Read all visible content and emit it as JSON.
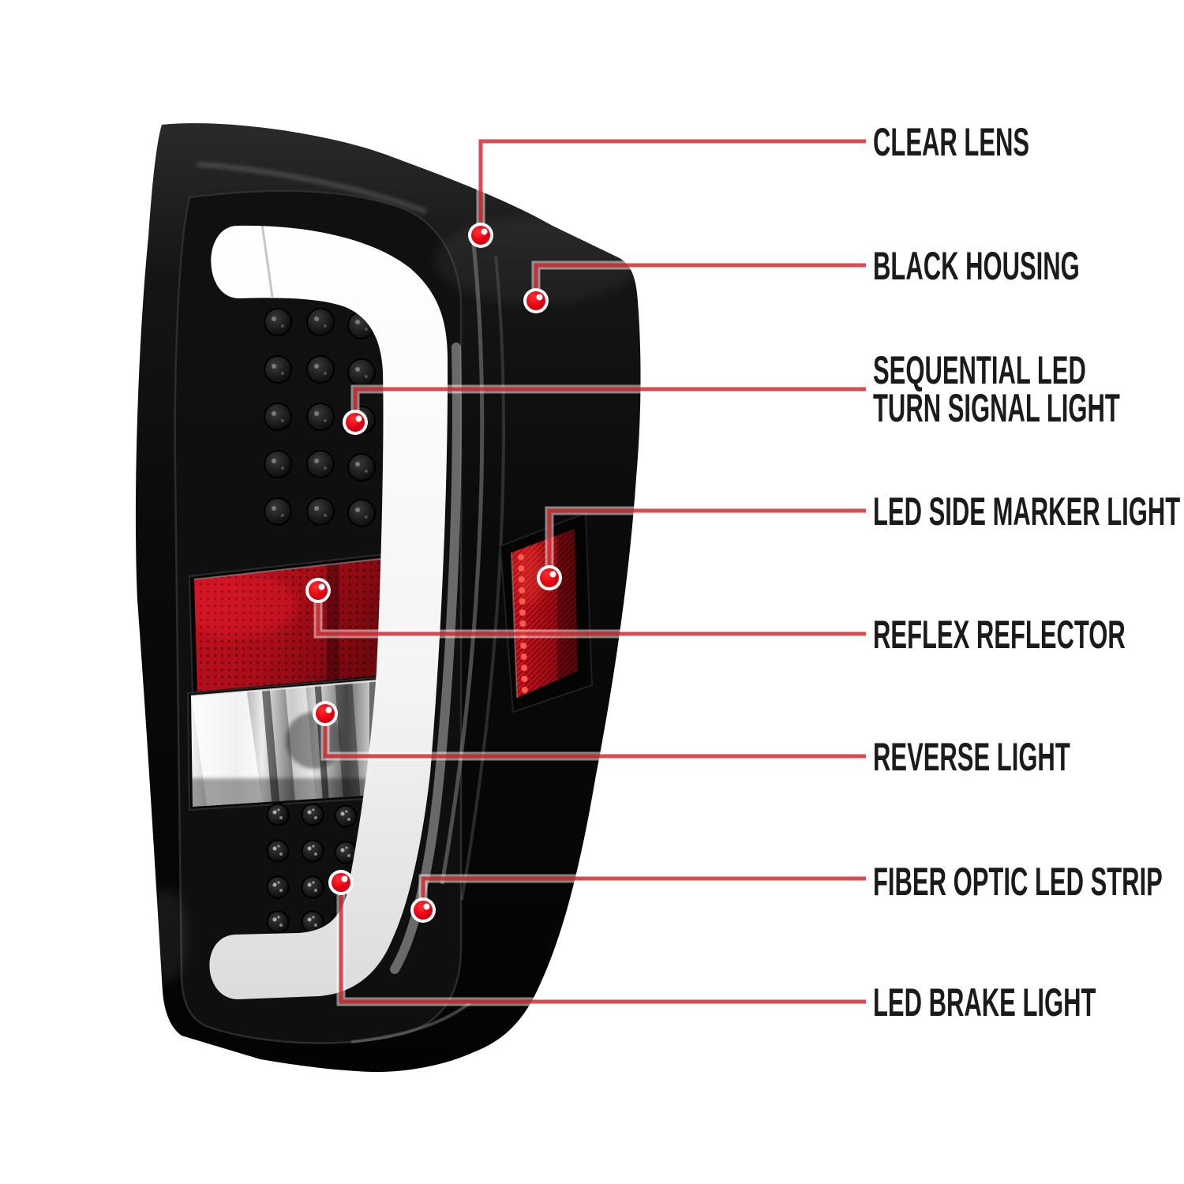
{
  "diagram": {
    "subject": "LED tail light callout diagram",
    "background_color": "#ffffff",
    "text_color": "#1b1b1b",
    "line_red": "#cc1a1e",
    "marker_dot_red": "#e60012",
    "housing_black": "#0a0a0a",
    "light_bar_white": "#f4f4f4",
    "reflector_red": "#c11420"
  },
  "callouts": [
    {
      "id": "clear-lens",
      "label": "CLEAR LENS"
    },
    {
      "id": "black-housing",
      "label": "BLACK HOUSING"
    },
    {
      "id": "sequential-led",
      "label": "SEQUENTIAL LED",
      "label2": "TURN SIGNAL LIGHT"
    },
    {
      "id": "led-side-marker",
      "label": "LED SIDE MARKER LIGHT"
    },
    {
      "id": "reflex-reflector",
      "label": "REFLEX REFLECTOR"
    },
    {
      "id": "reverse-light",
      "label": "REVERSE LIGHT"
    },
    {
      "id": "fiber-optic-strip",
      "label": "FIBER OPTIC LED STRIP"
    },
    {
      "id": "led-brake-light",
      "label": "LED BRAKE LIGHT"
    }
  ]
}
